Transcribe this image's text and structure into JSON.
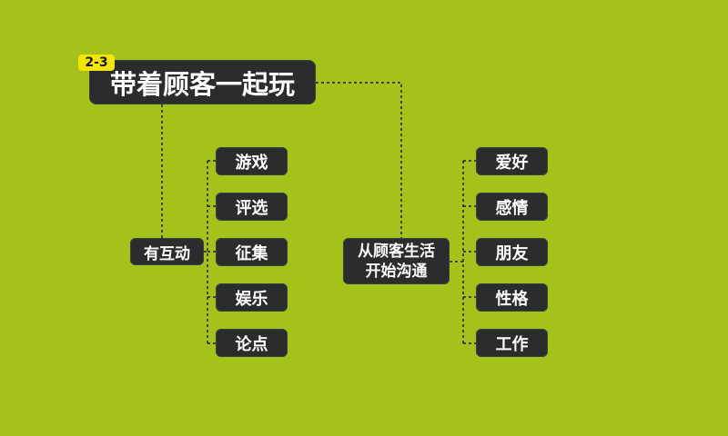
{
  "title": {
    "badge": "2-3",
    "text": "带着顾客一起玩"
  },
  "left_branch": {
    "label": "有互动",
    "items": [
      "游戏",
      "评选",
      "征集",
      "娱乐",
      "论点"
    ]
  },
  "right_branch": {
    "label_line1": "从顾客生活",
    "label_line2": "开始沟通",
    "items": [
      "爱好",
      "感情",
      "朋友",
      "性格",
      "工作"
    ]
  },
  "colors": {
    "background": "#a5c21b",
    "node": "#2a2c2d",
    "badge": "#f4e600",
    "connector": "#1e1e1e"
  }
}
